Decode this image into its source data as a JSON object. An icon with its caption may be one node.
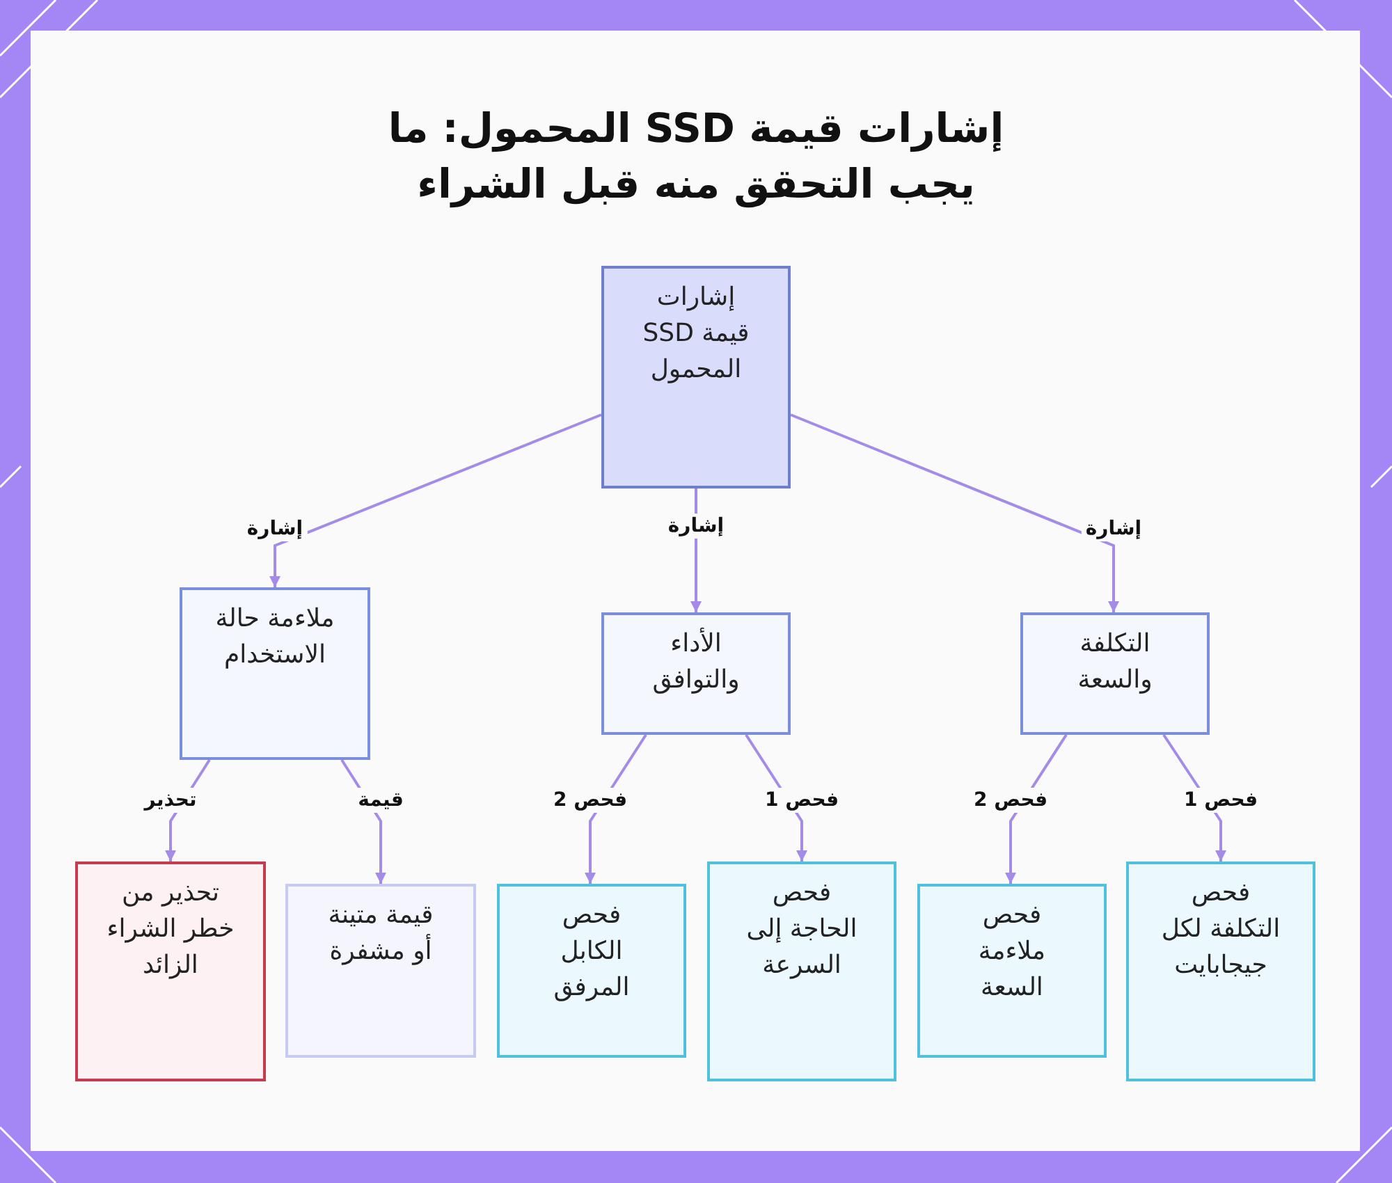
{
  "diagram": {
    "title": "إشارات قيمة SSD المحمول: ما يجب التحقق منه قبل الشراء",
    "nodes": [
      {
        "text": [
          "إشارات قيمة SSD المحمول"
        ]
      },
      {
        "text": [
          "ملاءمة حالة الاستخدام"
        ]
      },
      {
        "text": [
          "الأداء والتوافق"
        ]
      },
      {
        "text": [
          "التكلفة والسعة"
        ]
      },
      {
        "text": [
          "تحذير من خطر الشراء الزائد"
        ]
      },
      {
        "text": [
          "قيمة متينة أو مشفرة"
        ]
      },
      {
        "text": [
          "فحص الكابل المرفق"
        ]
      },
      {
        "text": [
          "فحص الحاجة إلى السرعة"
        ]
      },
      {
        "text": [
          "فحص ملاءمة السعة"
        ]
      },
      {
        "text": [
          "فحص التكلفة لكل جيجابايت"
        ]
      }
    ],
    "edges": [
      {
        "from": 0,
        "to": 1,
        "arrow": "to",
        "label": "إشارة"
      },
      {
        "from": 0,
        "to": 2,
        "arrow": "to",
        "label": "إشارة"
      },
      {
        "from": 0,
        "to": 3,
        "arrow": "to",
        "label": "إشارة"
      },
      {
        "from": 1,
        "to": 4,
        "arrow": "to",
        "label": "تحذير"
      },
      {
        "from": 1,
        "to": 5,
        "arrow": "to",
        "label": "قيمة"
      },
      {
        "from": 2,
        "to": 6,
        "arrow": "to",
        "label": "فحص 2"
      },
      {
        "from": 2,
        "to": 7,
        "arrow": "to",
        "label": "فحص 1"
      },
      {
        "from": 3,
        "to": 8,
        "arrow": "to",
        "label": "فحص 2"
      },
      {
        "from": 3,
        "to": 9,
        "arrow": "to",
        "label": "فحص 1"
      }
    ]
  }
}
